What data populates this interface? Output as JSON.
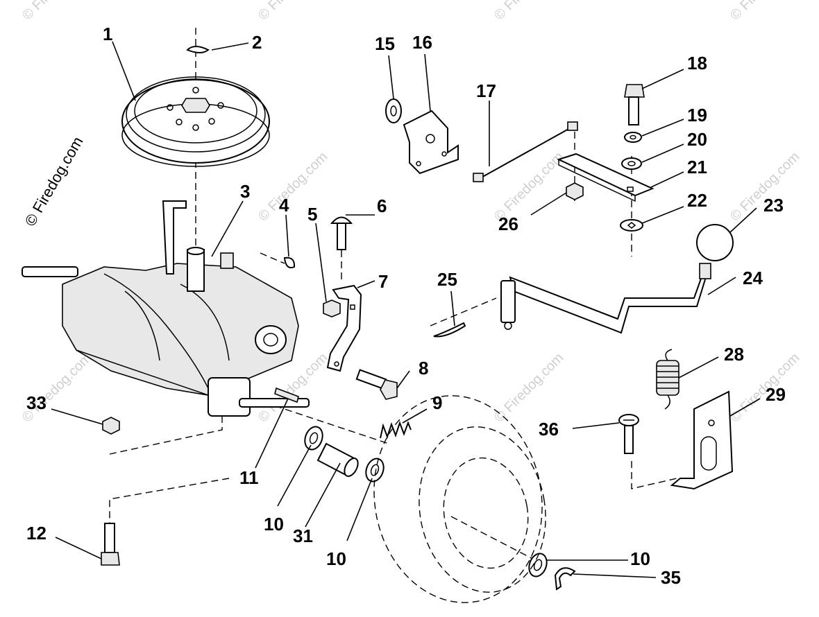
{
  "watermark": {
    "main": "© Firedog.com",
    "repeat": "© Firedog.com"
  },
  "callouts": [
    {
      "id": "c1",
      "label": "1"
    },
    {
      "id": "c2",
      "label": "2"
    },
    {
      "id": "c3",
      "label": "3"
    },
    {
      "id": "c4",
      "label": "4"
    },
    {
      "id": "c5",
      "label": "5"
    },
    {
      "id": "c6",
      "label": "6"
    },
    {
      "id": "c7",
      "label": "7"
    },
    {
      "id": "c8",
      "label": "8"
    },
    {
      "id": "c9",
      "label": "9"
    },
    {
      "id": "c10a",
      "label": "10"
    },
    {
      "id": "c10b",
      "label": "10"
    },
    {
      "id": "c10c",
      "label": "10"
    },
    {
      "id": "c11",
      "label": "11"
    },
    {
      "id": "c12",
      "label": "12"
    },
    {
      "id": "c15",
      "label": "15"
    },
    {
      "id": "c16",
      "label": "16"
    },
    {
      "id": "c17",
      "label": "17"
    },
    {
      "id": "c18",
      "label": "18"
    },
    {
      "id": "c19",
      "label": "19"
    },
    {
      "id": "c20",
      "label": "20"
    },
    {
      "id": "c21",
      "label": "21"
    },
    {
      "id": "c22",
      "label": "22"
    },
    {
      "id": "c23",
      "label": "23"
    },
    {
      "id": "c24",
      "label": "24"
    },
    {
      "id": "c25",
      "label": "25"
    },
    {
      "id": "c26",
      "label": "26"
    },
    {
      "id": "c28",
      "label": "28"
    },
    {
      "id": "c29",
      "label": "29"
    },
    {
      "id": "c31",
      "label": "31"
    },
    {
      "id": "c33",
      "label": "33"
    },
    {
      "id": "c35",
      "label": "35"
    },
    {
      "id": "c36",
      "label": "36"
    }
  ]
}
